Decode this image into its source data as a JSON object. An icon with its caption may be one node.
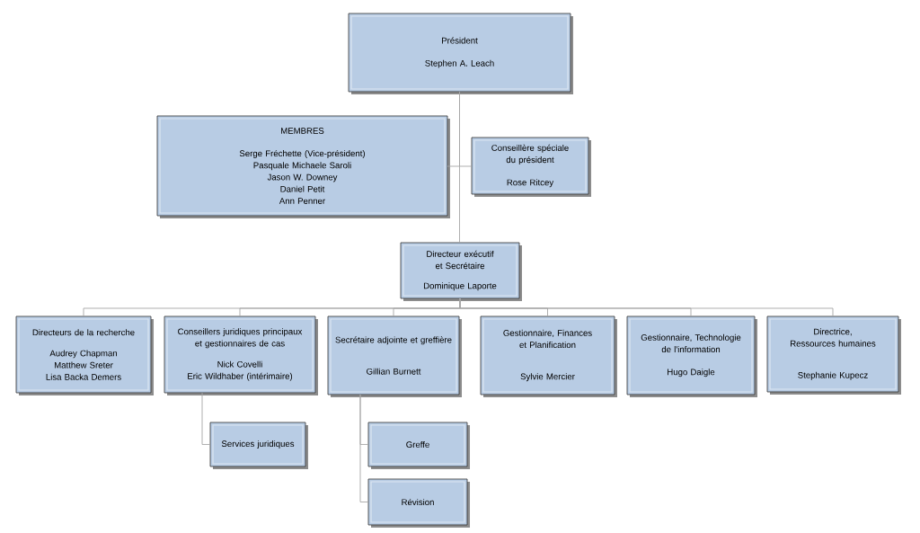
{
  "diagram": {
    "nodes": [
      {
        "text": [
          "Président",
          "Stephen A. Leach"
        ]
      },
      {
        "text": [
          "MEMBRES",
          "Serge Fréchette (Vice-président)",
          "Pasquale Michaele Saroli",
          "Jason W. Downey",
          "Daniel Petit",
          "Ann Penner"
        ]
      },
      {
        "text": [
          "Conseillère spéciale du président",
          "Rose Ritcey"
        ]
      },
      {
        "text": [
          "Directeur exécutif et Secrétaire",
          "Dominique Laporte"
        ]
      },
      {
        "text": [
          "Directeurs de la recherche",
          "Audrey Chapman",
          "Matthew Sreter",
          "Lisa Backa Demers"
        ]
      },
      {
        "text": [
          "Conseillers juridiques principaux et gestionnaires de cas",
          "Nick Covelli",
          "Eric Wildhaber (intérimaire)"
        ]
      },
      {
        "text": [
          "Secrétaire adjointe et greffière",
          "Gillian Burnett"
        ]
      },
      {
        "text": [
          "Gestionnaire, Finances et Planification",
          "Sylvie Mercier"
        ]
      },
      {
        "text": [
          "Gestionnaire, Technologie de l'information",
          "Hugo Daigle"
        ]
      },
      {
        "text": [
          "Directrice, Ressources humaines",
          "Stephanie Kupecz"
        ]
      },
      {
        "text": [
          "Services juridiques"
        ]
      },
      {
        "text": [
          "Greffe"
        ]
      },
      {
        "text": [
          "Révision"
        ]
      }
    ],
    "edges": [
      {
        "from": 0,
        "to": 1,
        "arrow": "none"
      },
      {
        "from": 0,
        "to": 2,
        "arrow": "none"
      },
      {
        "from": 0,
        "to": 3,
        "arrow": "none"
      },
      {
        "from": 3,
        "to": 4,
        "arrow": "none"
      },
      {
        "from": 3,
        "to": 5,
        "arrow": "none"
      },
      {
        "from": 3,
        "to": 6,
        "arrow": "none"
      },
      {
        "from": 3,
        "to": 7,
        "arrow": "none"
      },
      {
        "from": 3,
        "to": 8,
        "arrow": "none"
      },
      {
        "from": 3,
        "to": 9,
        "arrow": "none"
      },
      {
        "from": 5,
        "to": 10,
        "arrow": "none"
      },
      {
        "from": 6,
        "to": 11,
        "arrow": "none"
      },
      {
        "from": 6,
        "to": 12,
        "arrow": "none"
      }
    ]
  }
}
